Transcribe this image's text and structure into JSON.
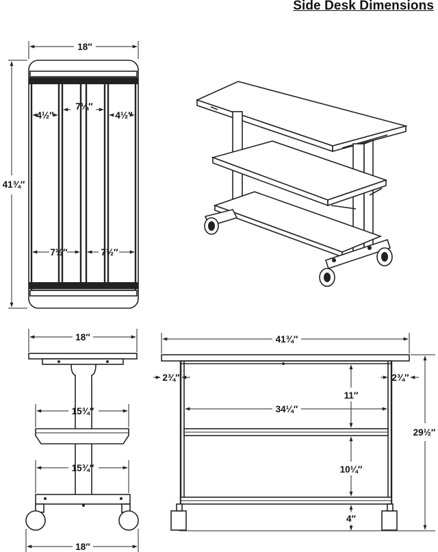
{
  "title": "Side Desk Dimensions",
  "top_view": {
    "width": "18″",
    "length": "41¾″",
    "left_gap": "4½″",
    "center_gap": "7¼″",
    "right_gap": "4½″",
    "lower_left_gap": "7½″",
    "lower_right_gap": "7½″"
  },
  "side_view": {
    "top_width": "18″",
    "middle_shelf_width": "15¾″",
    "lower_shelf_width": "15¾″",
    "base_width": "18″"
  },
  "front_view": {
    "overall_width": "41¾″",
    "left_overhang": "2¾″",
    "right_overhang": "2¾″",
    "top_to_middle_shelf": "11″",
    "shelf_width": "34¼″",
    "middle_to_lower_shelf": "10¼″",
    "lower_shelf_clearance": "4″",
    "overall_height": "29½″"
  }
}
